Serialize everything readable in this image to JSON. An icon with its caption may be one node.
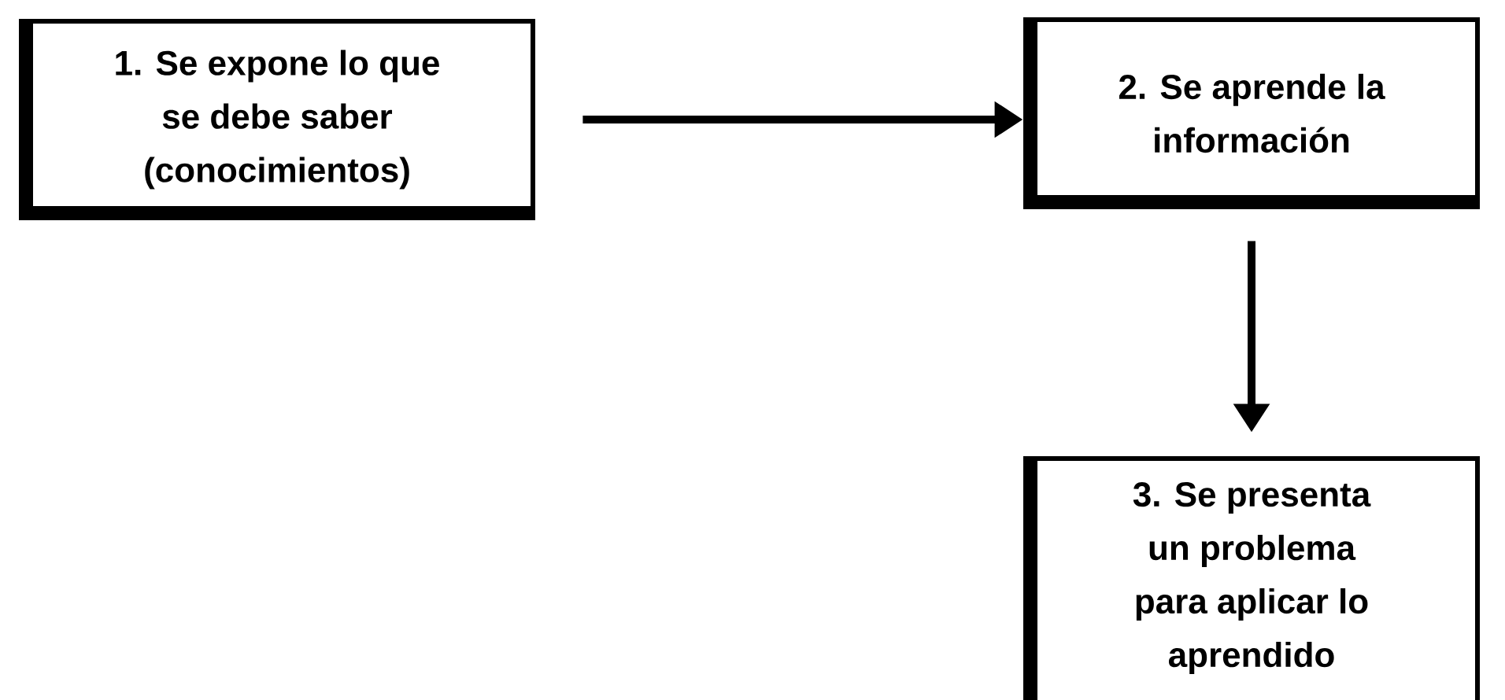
{
  "diagram": {
    "nodes": [
      {
        "text": [
          "1. Se expone lo que se debe saber (conocimientos)"
        ]
      },
      {
        "text": [
          "2. Se aprende la información"
        ]
      },
      {
        "text": [
          "3. Se presenta un problema para aplicar lo aprendido"
        ]
      }
    ],
    "edges": [
      {
        "from": 0,
        "to": 1,
        "arrow": "to"
      },
      {
        "from": 1,
        "to": 2,
        "arrow": "to"
      }
    ]
  }
}
